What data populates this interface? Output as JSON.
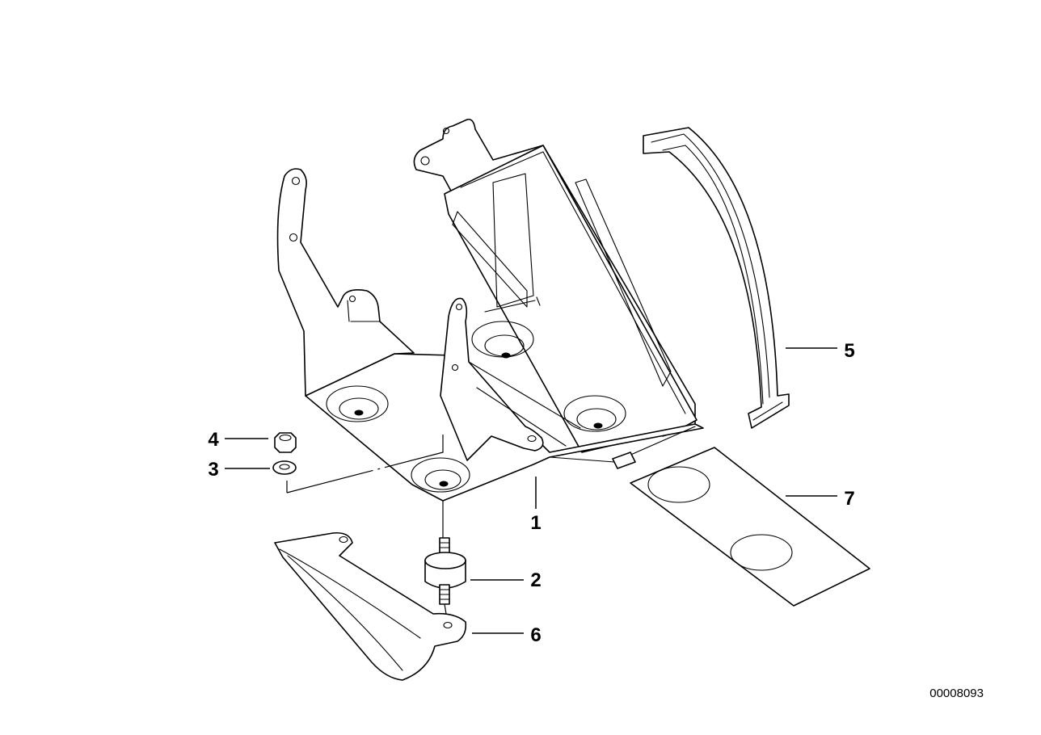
{
  "callouts": {
    "c1": "1",
    "c2": "2",
    "c3": "3",
    "c4": "4",
    "c5": "5",
    "c6": "6",
    "c7": "7"
  },
  "drawing_number": "00008093"
}
